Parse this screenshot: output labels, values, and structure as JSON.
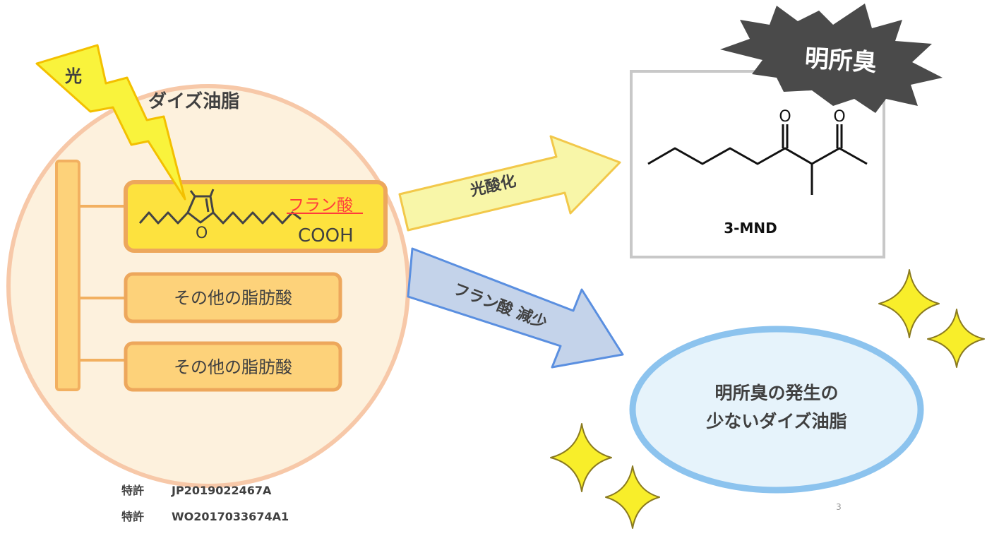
{
  "light_label": "光",
  "oil_title": "ダイズ油脂",
  "furan_acid_label": "フラン酸",
  "cooh_label": "COOH",
  "furan_ring_o": "O",
  "other_fatty_acid_1": "その他の脂肪酸",
  "other_fatty_acid_2": "その他の脂肪酸",
  "photooxidation_label": "光酸化",
  "furan_decrease_label": "フラン酸 減少",
  "compound_name": "3-MND",
  "carbonyl_o_1": "O",
  "carbonyl_o_2": "O",
  "off_flavor_label": "明所臭",
  "result_line_1": "明所臭の発生の",
  "result_line_2": "少ないダイズ油脂",
  "patents": [
    {
      "label": "特許",
      "number": "JP2019022467A"
    },
    {
      "label": "特許",
      "number": "WO2017033674A1"
    }
  ],
  "page_number": "3",
  "colors": {
    "circle_fill": "#fdf1dd",
    "circle_stroke": "#f7c8a8",
    "highlight_box": "#fde23e",
    "box_stroke": "#eda75c",
    "furan_red": "#ff3b3b",
    "blue_stroke": "#8cc3ee"
  }
}
